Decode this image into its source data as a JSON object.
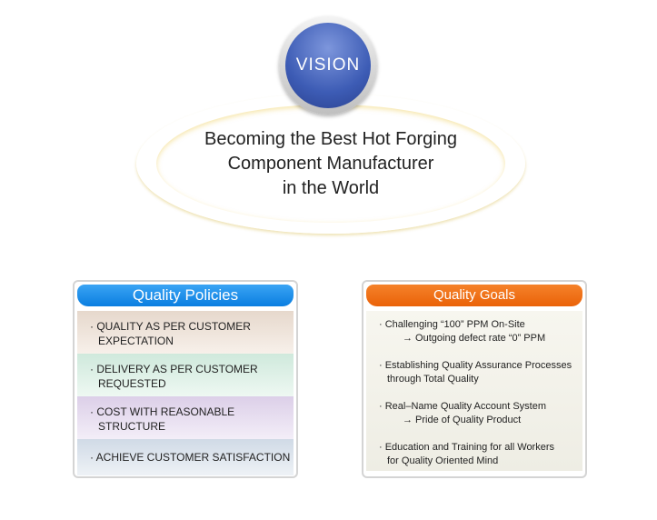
{
  "vision": {
    "label": "VISION",
    "statement": [
      "Becoming the Best Hot Forging",
      "Component Manufacturer",
      "in the World"
    ]
  },
  "policies": {
    "title": "Quality Policies",
    "items": [
      {
        "line1": "· QUALITY AS PER CUSTOMER",
        "line2": "EXPECTATION"
      },
      {
        "line1": "· DELIVERY AS PER CUSTOMER",
        "line2": "REQUESTED"
      },
      {
        "line1": "· COST WITH REASONABLE",
        "line2": "STRUCTURE"
      },
      {
        "line1": "· ACHIEVE CUSTOMER SATISFACTION",
        "line2": ""
      }
    ]
  },
  "goals": {
    "title": "Quality Goals",
    "items": [
      {
        "line1": "· Challenging “100” PPM On-Site",
        "line2": "→ Outgoing defect rate “0” PPM"
      },
      {
        "line1": "· Establishing Quality Assurance Processes",
        "line2": "through Total Quality"
      },
      {
        "line1": "· Real–Name Quality Account System",
        "line2": "→ Pride of Quality Product"
      },
      {
        "line1": "· Education and Training for all Workers",
        "line2": "for Quality Oriented Mind"
      }
    ]
  },
  "colors": {
    "blue": "#1e8fe8",
    "orange": "#f06a10",
    "yellow": "#f7c400"
  }
}
